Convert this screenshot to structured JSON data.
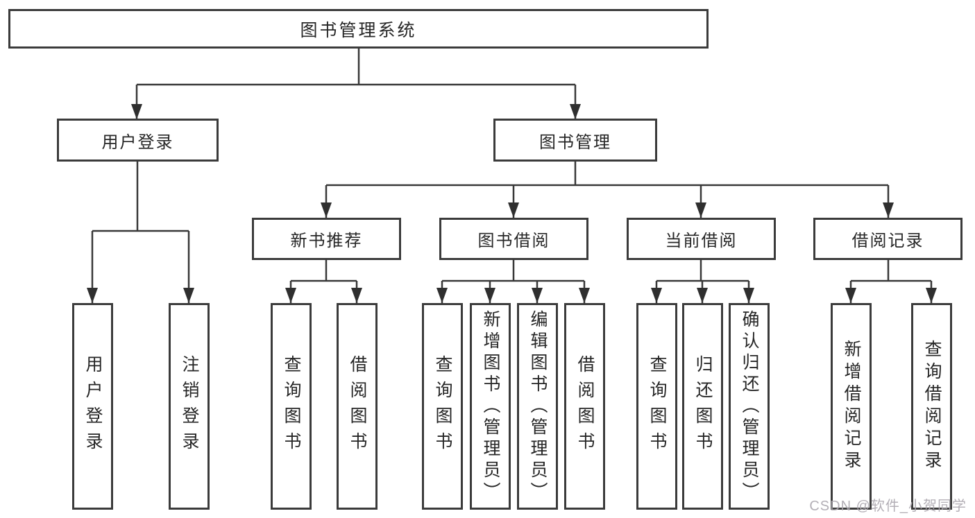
{
  "root": {
    "label": "图书管理系统"
  },
  "level2": [
    {
      "id": "user-login",
      "label": "用户登录"
    },
    {
      "id": "book-management",
      "label": "图书管理"
    }
  ],
  "level3": [
    {
      "id": "new-book-recommend",
      "parent": "图书管理",
      "label": "新书推荐"
    },
    {
      "id": "book-borrowing",
      "parent": "图书管理",
      "label": "图书借阅"
    },
    {
      "id": "current-borrowing",
      "parent": "图书管理",
      "label": "当前借阅"
    },
    {
      "id": "borrowing-records",
      "parent": "图书管理",
      "label": "借阅记录"
    }
  ],
  "leaves": [
    {
      "parent": "用户登录",
      "label": "用户登录"
    },
    {
      "parent": "用户登录",
      "label": "注销登录"
    },
    {
      "parent": "新书推荐",
      "label": "查询图书"
    },
    {
      "parent": "新书推荐",
      "label": "借阅图书"
    },
    {
      "parent": "图书借阅",
      "label": "查询图书"
    },
    {
      "parent": "图书借阅",
      "label": "新增图书（管理员）"
    },
    {
      "parent": "图书借阅",
      "label": "编辑图书（管理员）"
    },
    {
      "parent": "图书借阅",
      "label": "借阅图书"
    },
    {
      "parent": "当前借阅",
      "label": "查询图书"
    },
    {
      "parent": "当前借阅",
      "label": "归还图书"
    },
    {
      "parent": "当前借阅",
      "label": "确认归还（管理员）"
    },
    {
      "parent": "借阅记录",
      "label": "新增借阅记录"
    },
    {
      "parent": "借阅记录",
      "label": "查询借阅记录"
    }
  ],
  "watermark": {
    "text": "CSDN @软件_小贺同学",
    "color": "#aca8b0"
  },
  "colors": {
    "background": "#ffffff",
    "box_border": "#3b3b3b",
    "connector_line": "#383838",
    "arrowhead": "#2f2f2f",
    "text": "#262626"
  }
}
